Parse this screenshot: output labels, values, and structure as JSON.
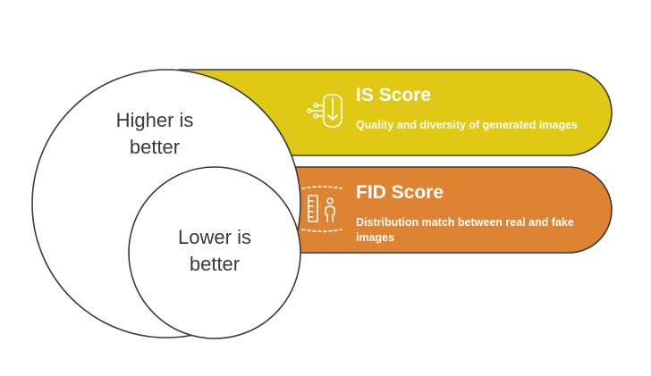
{
  "diagram": {
    "big_circle": {
      "label": "Higher is better"
    },
    "small_circle": {
      "label": "Lower is better"
    },
    "items": [
      {
        "title": "IS Score",
        "description": "Quality and diversity of generated images",
        "color": "#DFC914",
        "icon": "brain-arrow-icon"
      },
      {
        "title": "FID Score",
        "description": "Distribution match between real and fake images",
        "color": "#DE8331",
        "icon": "ruler-person-icon"
      }
    ]
  }
}
